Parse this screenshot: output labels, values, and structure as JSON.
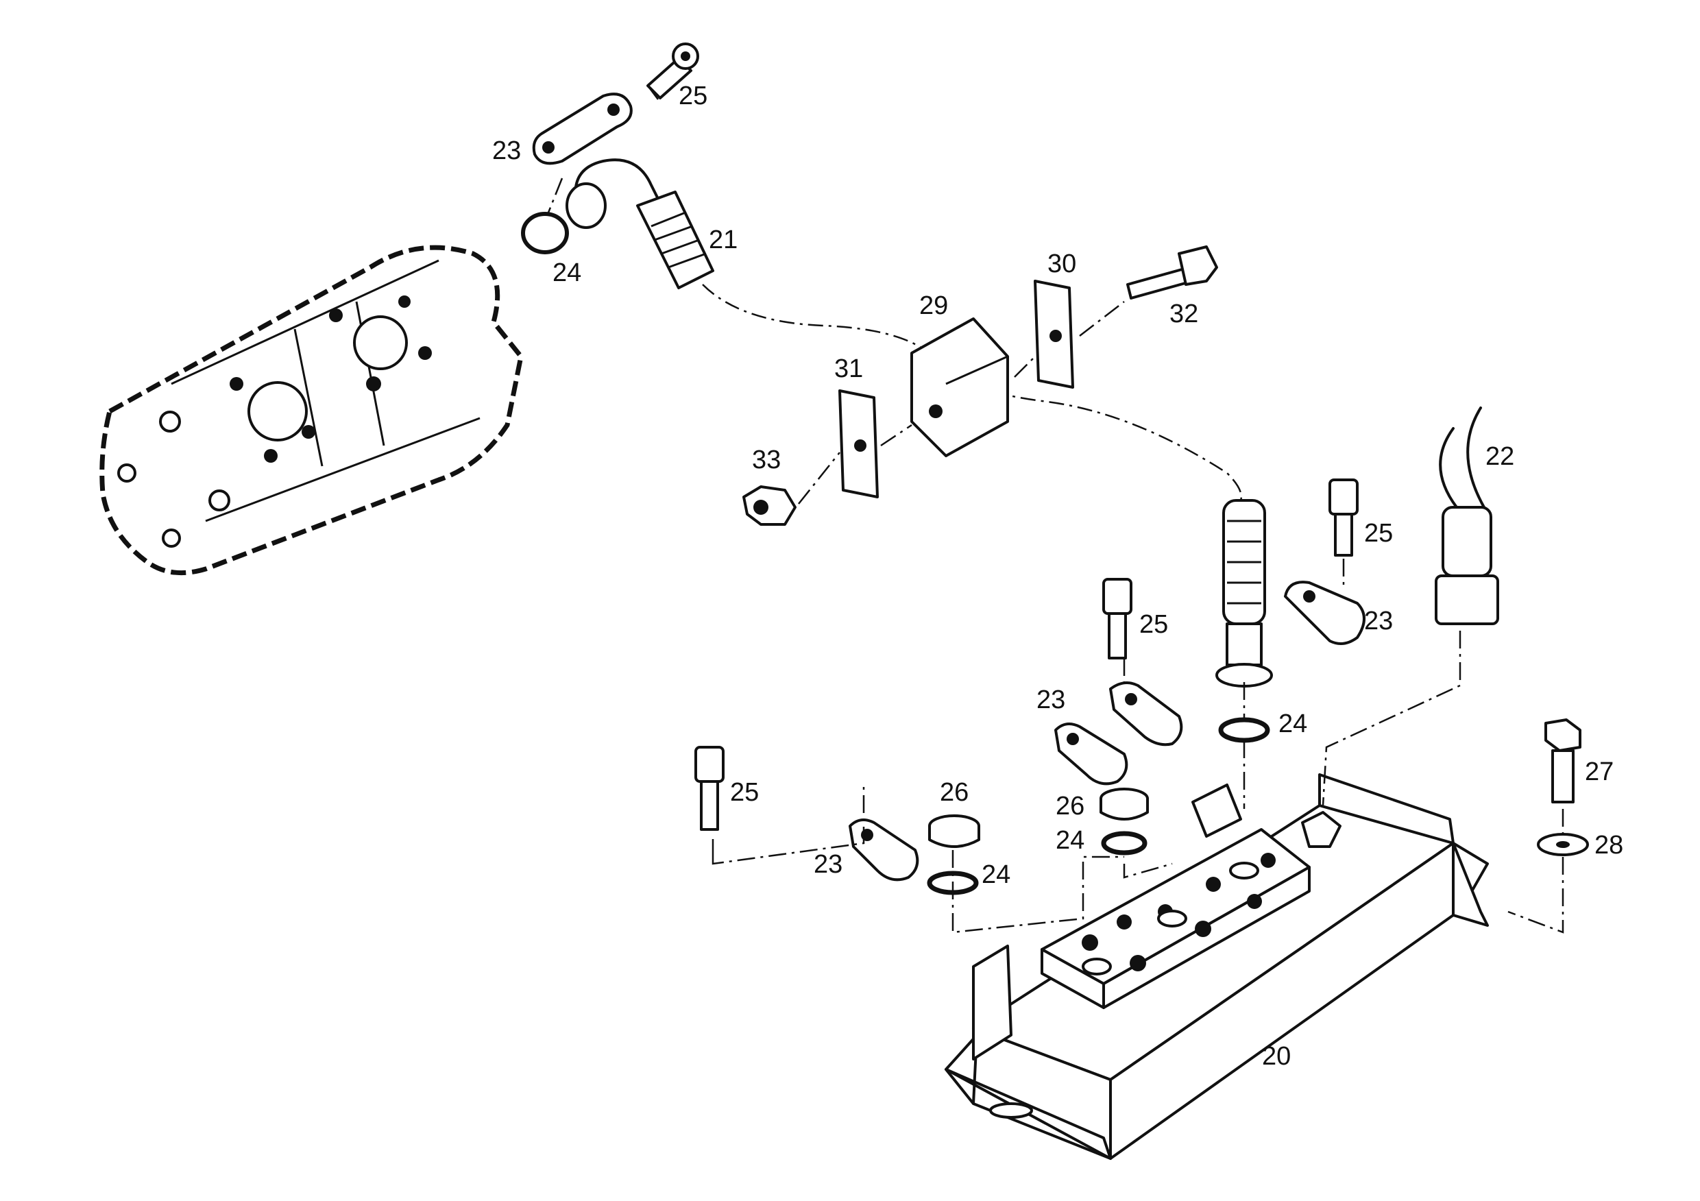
{
  "callouts": [
    {
      "id": "c25a",
      "text": "25"
    },
    {
      "id": "c23a",
      "text": "23"
    },
    {
      "id": "c21",
      "text": "21"
    },
    {
      "id": "c24a",
      "text": "24"
    },
    {
      "id": "c30",
      "text": "30"
    },
    {
      "id": "c29",
      "text": "29"
    },
    {
      "id": "c32",
      "text": "32"
    },
    {
      "id": "c31",
      "text": "31"
    },
    {
      "id": "c33",
      "text": "33"
    },
    {
      "id": "c22",
      "text": "22"
    },
    {
      "id": "c25b",
      "text": "25"
    },
    {
      "id": "c25c",
      "text": "25"
    },
    {
      "id": "c23b",
      "text": "23"
    },
    {
      "id": "c23c",
      "text": "23"
    },
    {
      "id": "c24b",
      "text": "24"
    },
    {
      "id": "c25d",
      "text": "25"
    },
    {
      "id": "c26a",
      "text": "26"
    },
    {
      "id": "c26b",
      "text": "26"
    },
    {
      "id": "c24c",
      "text": "24"
    },
    {
      "id": "c23d",
      "text": "23"
    },
    {
      "id": "c24d",
      "text": "24"
    },
    {
      "id": "c27",
      "text": "27"
    },
    {
      "id": "c28",
      "text": "28"
    },
    {
      "id": "c20",
      "text": "20"
    }
  ]
}
